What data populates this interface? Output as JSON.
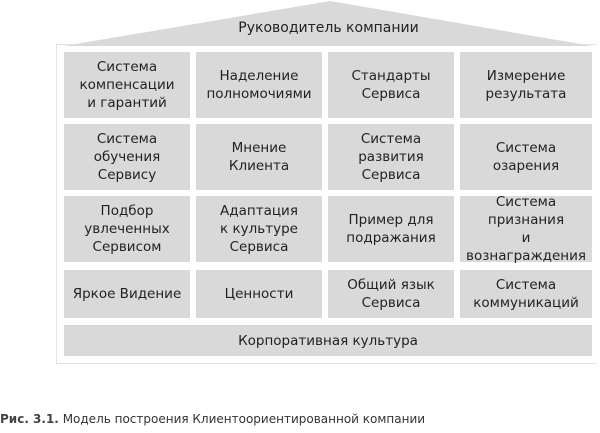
{
  "roof": "Руководитель компании",
  "rows": [
    [
      "Система\nкомпенсации\nи гарантий",
      "Наделение\nполномочиями",
      "Стандарты\nСервиса",
      "Измерение\nрезультата"
    ],
    [
      "Система\nобучения\nСервису",
      "Мнение\nКлиента",
      "Система\nразвития\nСервиса",
      "Система\nозарения"
    ],
    [
      "Подбор\nувлеченных\nСервисом",
      "Адаптация\nк культуре\nСервиса",
      "Пример для\nподражания",
      "Система\nпризнания\nи вознаграждения"
    ],
    [
      "Яркое Видение",
      "Ценности",
      "Общий язык\nСервиса",
      "Система\nкоммуникаций"
    ]
  ],
  "foundation": "Корпоративная культура",
  "caption": {
    "label": "Рис. 3.1.",
    "text": " Модель построения Клиентоориентированной компании"
  },
  "colors": {
    "block": "#d9d9d9"
  }
}
